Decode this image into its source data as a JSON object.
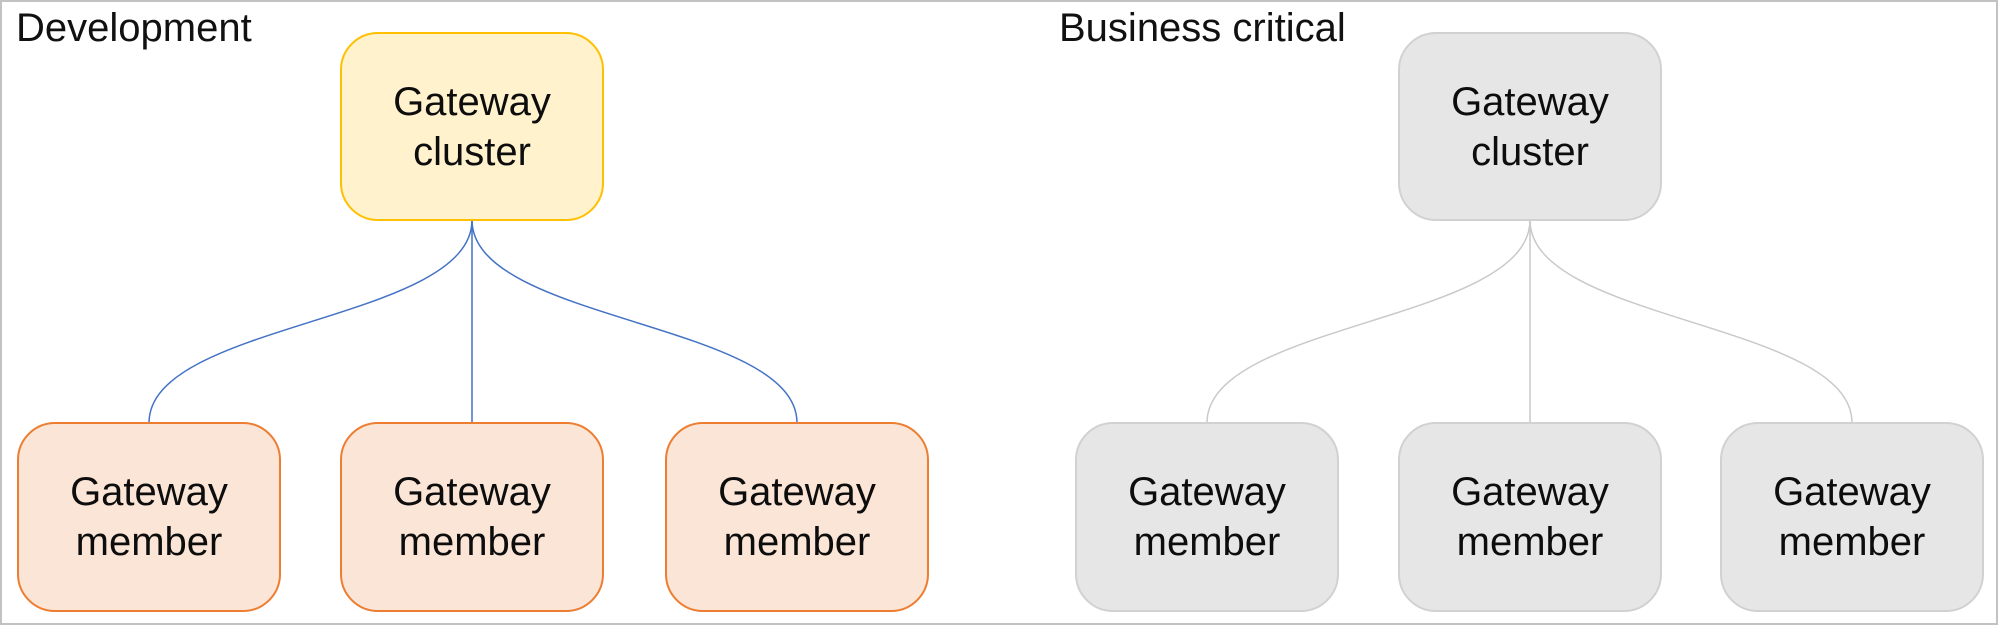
{
  "canvas": {
    "background": "#FFFFFF",
    "border_color": "#C2C2C2"
  },
  "diagram": {
    "groups": [
      {
        "title": "Development",
        "cluster_label": "Gateway cluster",
        "members": [
          "Gateway member",
          "Gateway member",
          "Gateway member"
        ],
        "colors": {
          "cluster_fill": "#FFF2CC",
          "cluster_border": "#FFC000",
          "member_fill": "#FBE5D6",
          "member_border": "#ED7D31",
          "connector": "#4472C4"
        }
      },
      {
        "title": "Business critical",
        "cluster_label": "Gateway cluster",
        "members": [
          "Gateway member",
          "Gateway member",
          "Gateway member"
        ],
        "colors": {
          "cluster_fill": "#E7E6E6",
          "cluster_border": "#D2D0D0",
          "member_fill": "#E7E6E6",
          "member_border": "#D2D0D0",
          "connector": "#C9C9C9"
        }
      }
    ]
  }
}
